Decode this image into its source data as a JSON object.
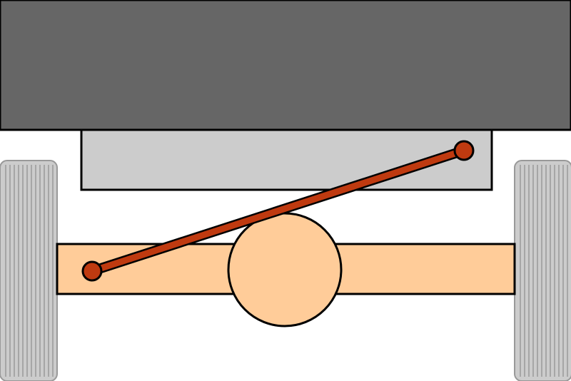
{
  "diagram": {
    "colors": {
      "background": "#ffffff",
      "body": "#666666",
      "frame": "#cccccc",
      "axle": "#ffcc99",
      "rod": "#bf3a10",
      "tire": "#cccccc",
      "tire_tread": "#999999",
      "outline": "#000000"
    },
    "parts": [
      "vehicle-body",
      "frame-crossmember",
      "left-wheel",
      "right-wheel",
      "axle-housing",
      "differential",
      "panhard-rod"
    ]
  }
}
